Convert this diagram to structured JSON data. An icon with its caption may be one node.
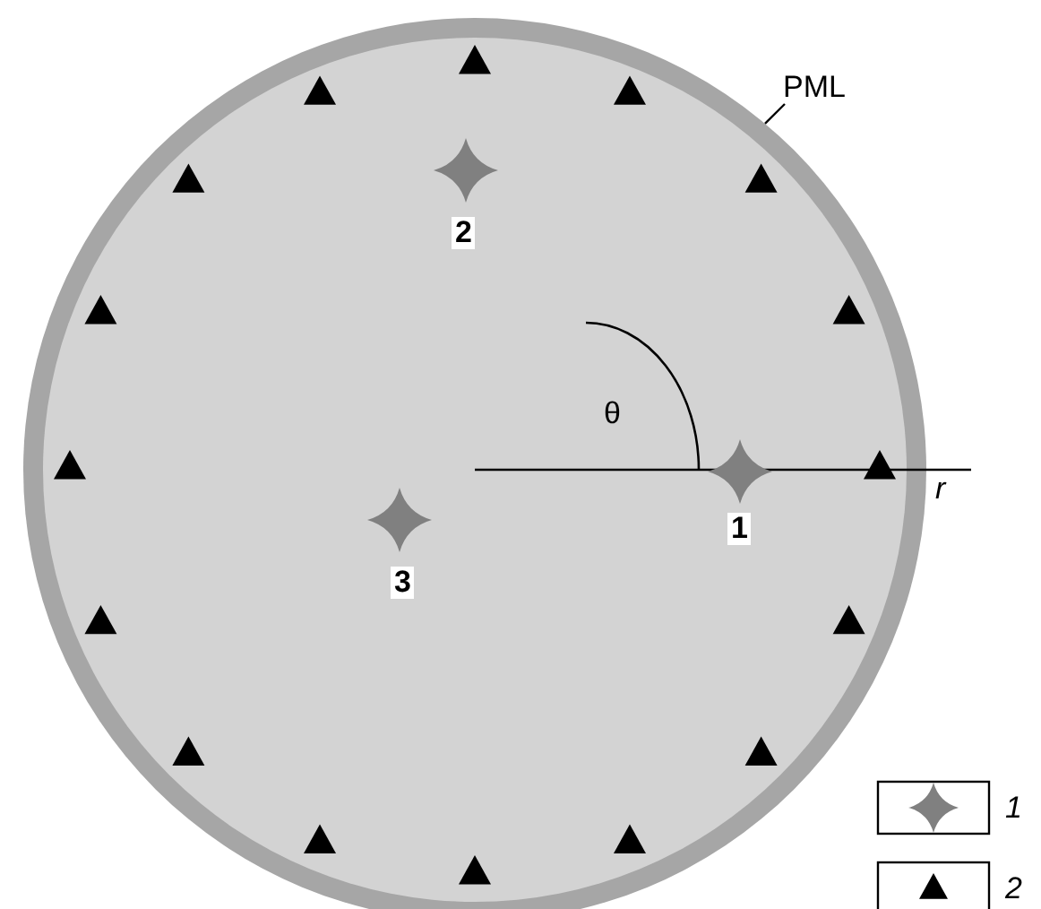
{
  "diagram": {
    "nodes": [
      {
        "text": [
          "PML"
        ]
      },
      {
        "text": [],
        "shape": "circle"
      }
    ],
    "edges": [
      {
        "from": 0,
        "to": 1,
        "arrow": "none"
      }
    ],
    "labels": [
      "2",
      "θ",
      "r",
      "1",
      "3"
    ],
    "legend": [
      {
        "text": "1"
      },
      {
        "text": "2"
      }
    ]
  }
}
